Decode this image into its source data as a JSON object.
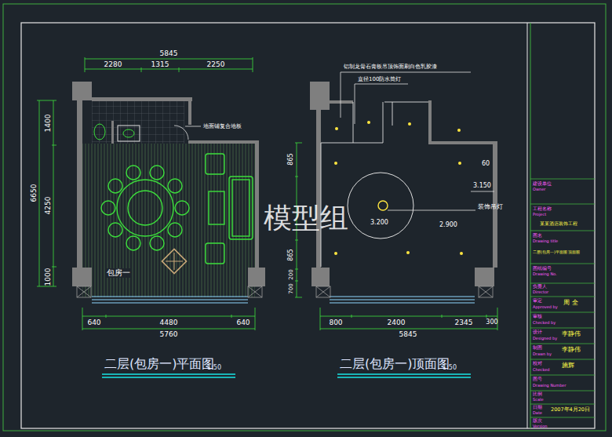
{
  "diagram": {
    "labels": [
      "5845",
      "2280",
      "1315",
      "2250",
      "6650",
      "1400",
      "4250",
      "1000",
      "640",
      "4480",
      "640",
      "5760",
      "地面铺复合地板",
      "包房一",
      "二层(包房一)平面图",
      "1:50",
      "铝制龙骨石膏板吊顶饰面刷白色乳胶漆",
      "直径100防水筒灯",
      "865",
      "865",
      "200",
      "700",
      "800",
      "2400",
      "2345",
      "300",
      "5845",
      "60",
      "3.150",
      "3.200",
      "2.900",
      "装饰吊灯",
      "二层(包房一)顶面图",
      "1:50",
      "模型组",
      "建设单位",
      "Owner",
      "工程名称",
      "Project",
      "某某酒店装饰工程",
      "图名",
      "Drawing title",
      "二层(包房一)平面图 顶面图",
      "图纸编号",
      "Drawing No.",
      "负责人",
      "Director",
      "审定",
      "Approved by",
      "周 全",
      "审核",
      "Checked by",
      "设计",
      "Designed by",
      "李静伟",
      "制图",
      "Drawn by",
      "李静伟",
      "校对",
      "Checked",
      "施辉",
      "图号",
      "Drawing Number",
      "比例",
      "Scale",
      "日期",
      "Date",
      "2007年4月20日",
      "版次",
      "Version"
    ]
  }
}
